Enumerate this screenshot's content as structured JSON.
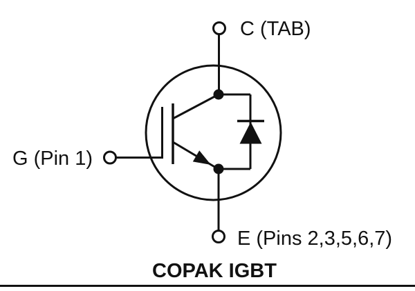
{
  "figure": {
    "caption": "COPAK IGBT",
    "labels": {
      "collector": "C (TAB)",
      "gate": "G (Pin 1)",
      "emitter": "E (Pins 2,3,5,6,7)"
    },
    "components": {
      "transistor": "igbt-symbol",
      "diode": "antiparallel-diode",
      "terminal_marker": "open-circle",
      "junction_marker": "filled-dot",
      "enclosure": "package-circle"
    },
    "colors": {
      "ink": "#111111",
      "background": "#ffffff"
    }
  }
}
